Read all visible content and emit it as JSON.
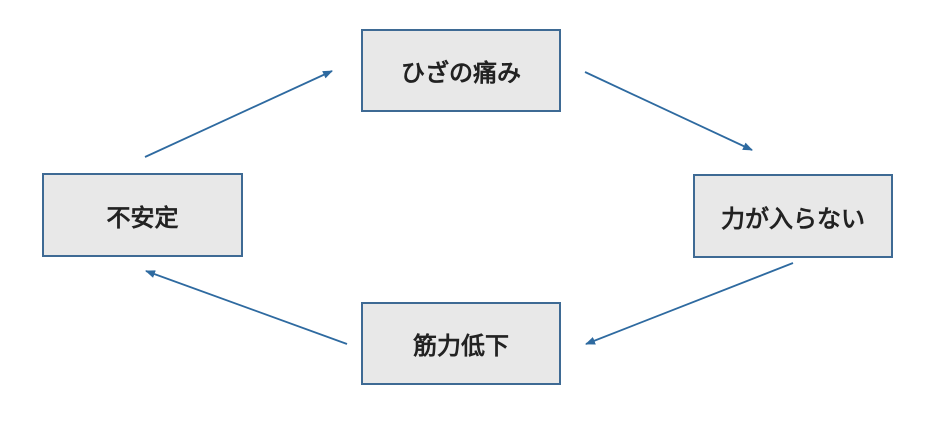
{
  "diagram": {
    "nodes": {
      "top": "ひざの痛み",
      "right": "力が入らない",
      "bottom": "筋力低下",
      "left": "不安定"
    },
    "edges": [
      {
        "from": "top",
        "to": "right"
      },
      {
        "from": "right",
        "to": "bottom"
      },
      {
        "from": "bottom",
        "to": "left"
      },
      {
        "from": "left",
        "to": "top"
      }
    ]
  },
  "colors": {
    "node_fill": "#e8e8e8",
    "node_border": "#3e6a94",
    "arrow": "#2e6aa0",
    "text": "#222222"
  }
}
